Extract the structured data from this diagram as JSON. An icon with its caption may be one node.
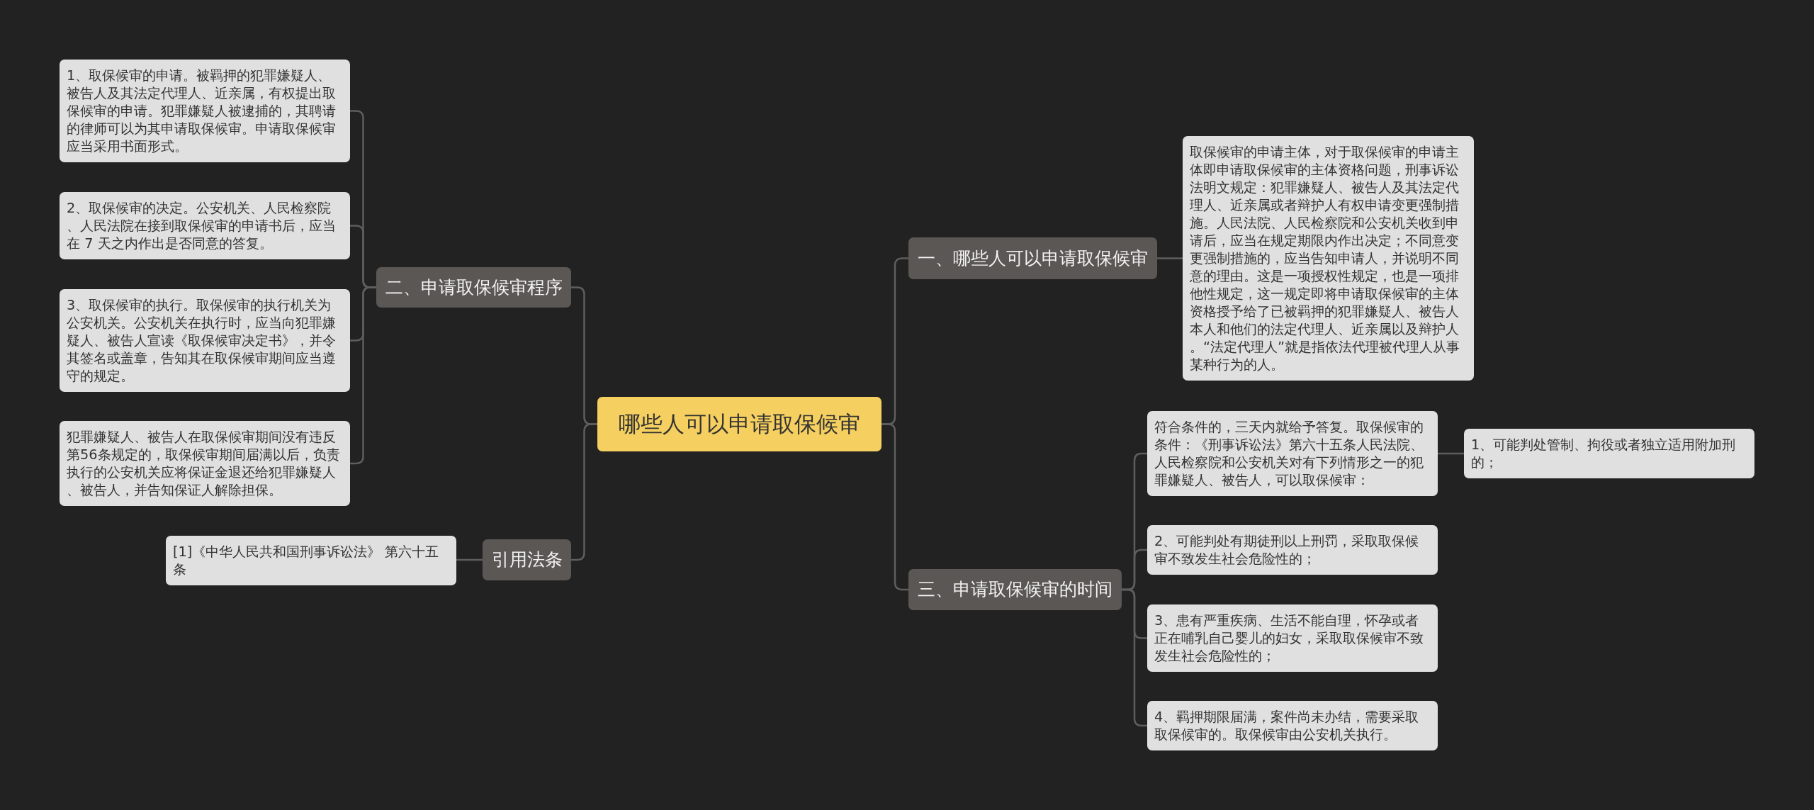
{
  "diagram": {
    "nodes": [
      {
        "text": [
          "哪些人可以申请取保候审"
        ]
      },
      {
        "text": [
          "二、申请取保候审程序"
        ]
      },
      {
        "text": [
          "1、取保候审的申请。被羁押的犯罪嫌疑人、被告人及其法定代理人、近亲属，有权提出取保候审的申请。犯罪嫌疑人被逮捕的，其聘请的律师可以为其申请取保候审。申请取保候审应当采用书面形式。"
        ]
      },
      {
        "text": [
          "2、取保候审的决定。公安机关、人民检察院、人民法院在接到取保候审的申请书后，应当在 7 天之内作出是否同意的答复。"
        ]
      },
      {
        "text": [
          "3、取保候审的执行。取保候审的执行机关为公安机关。公安机关在执行时，应当向犯罪嫌疑人、被告人宣读《取保候审决定书》，并令其签名或盖章，告知其在取保候审期间应当遵守的规定。"
        ]
      },
      {
        "text": [
          "犯罪嫌疑人、被告人在取保候审期间没有违反第56条规定的，取保候审期间届满以后，负责执行的公安机关应将保证金退还给犯罪嫌疑人、被告人，并告知保证人解除担保。"
        ]
      },
      {
        "text": [
          "引用法条"
        ]
      },
      {
        "text": [
          "[1]《中华人民共和国刑事诉讼法》 第六十五条"
        ]
      },
      {
        "text": [
          "一、哪些人可以申请取保候审"
        ]
      },
      {
        "text": [
          "取保候审的申请主体，对于取保候审的申请主体即申请取保候审的主体资格问题，刑事诉讼法明文规定：犯罪嫌疑人、被告人及其法定代理人、近亲属或者辩护人有权申请变更强制措施。人民法院、人民检察院和公安机关收到申请后，应当在规定期限内作出决定；不同意变更强制措施的，应当告知申请人，并说明不同意的理由。这是一项授权性规定，也是一项排他性规定，这一规定即将申请取保候审的主体资格授予给了已被羁押的犯罪嫌疑人、被告人本人和他们的法定代理人、近亲属以及辩护人。“法定代理人”就是指依法代理被代理人从事某种行为的人。"
        ]
      },
      {
        "text": [
          "三、申请取保候审的时间"
        ]
      },
      {
        "text": [
          "符合条件的，三天内就给予答复。取保候审的条件：《刑事诉讼法》第六十五条人民法院、人民检察院和公安机关对有下列情形之一的犯罪嫌疑人、被告人，可以取保候审："
        ]
      },
      {
        "text": [
          "1、可能判处管制、拘役或者独立适用附加刑的；"
        ]
      },
      {
        "text": [
          "2、可能判处有期徒刑以上刑罚，采取取保候审不致发生社会危险性的；"
        ]
      },
      {
        "text": [
          "3、患有严重疾病、生活不能自理，怀孕或者正在哺乳自己婴儿的妇女，采取取保候审不致发生社会危险性的；"
        ]
      },
      {
        "text": [
          "4、羁押期限届满，案件尚未办结，需要采取取保候审的。取保候审由公安机关执行。"
        ]
      }
    ],
    "edges": [
      {
        "from": 0,
        "to": 1,
        "arrow": "none"
      },
      {
        "from": 1,
        "to": 2,
        "arrow": "none"
      },
      {
        "from": 1,
        "to": 3,
        "arrow": "none"
      },
      {
        "from": 1,
        "to": 4,
        "arrow": "none"
      },
      {
        "from": 1,
        "to": 5,
        "arrow": "none"
      },
      {
        "from": 0,
        "to": 6,
        "arrow": "none"
      },
      {
        "from": 6,
        "to": 7,
        "arrow": "none"
      },
      {
        "from": 0,
        "to": 8,
        "arrow": "none"
      },
      {
        "from": 8,
        "to": 9,
        "arrow": "none"
      },
      {
        "from": 0,
        "to": 10,
        "arrow": "none"
      },
      {
        "from": 10,
        "to": 11,
        "arrow": "none"
      },
      {
        "from": 11,
        "to": 12,
        "arrow": "none"
      },
      {
        "from": 10,
        "to": 13,
        "arrow": "none"
      },
      {
        "from": 10,
        "to": 14,
        "arrow": "none"
      },
      {
        "from": 10,
        "to": 15,
        "arrow": "none"
      }
    ]
  }
}
